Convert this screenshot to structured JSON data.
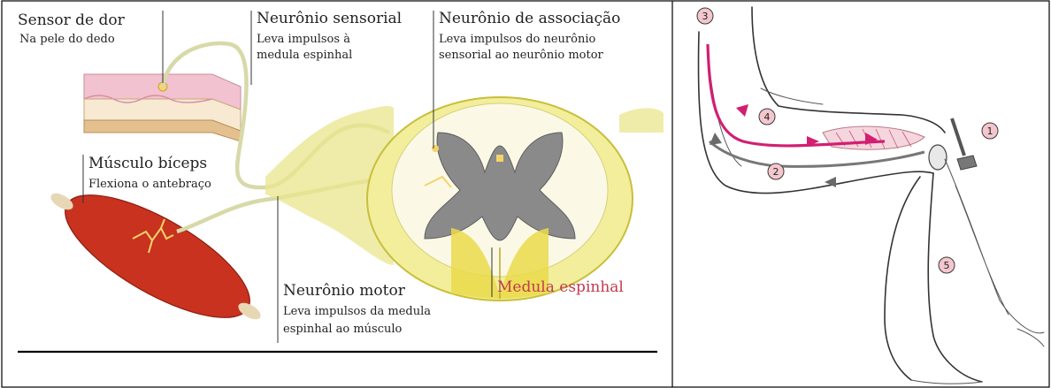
{
  "left_panel": {
    "pain_sensor": {
      "title": "Sensor de dor",
      "subtitle": "Na pele do dedo"
    },
    "sensory_neuron": {
      "title": "Neurônio sensorial",
      "line1": "Leva impulsos à",
      "line2": "medula espinhal"
    },
    "association_neuron": {
      "title": "Neurônio de associação",
      "line1": "Leva impulsos do neurônio",
      "line2": "sensorial ao neurônio motor"
    },
    "biceps": {
      "title": "Músculo bíceps",
      "subtitle": "Flexiona o antebraço"
    },
    "motor_neuron": {
      "title": "Neurônio motor",
      "line1": "Leva impulsos da medula",
      "line2": "espinhal ao músculo"
    },
    "spinal_cord": {
      "title": "Medula espinhal"
    }
  },
  "right_panel": {
    "markers": [
      "1",
      "2",
      "3",
      "4",
      "5"
    ]
  },
  "colors": {
    "label_red": "#c23a4f",
    "muscle_red": "#c8321f",
    "nerve_yellow": "#e8e59a",
    "gray_matter": "#8a8a8a",
    "marker_pink": "#f4c6cd",
    "pathway_magenta": "#d21f72"
  }
}
